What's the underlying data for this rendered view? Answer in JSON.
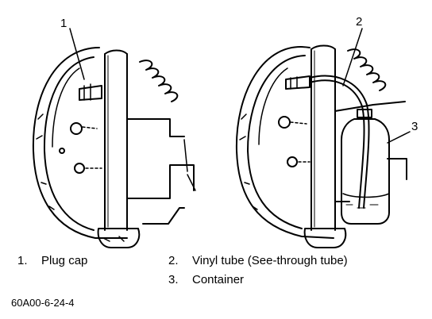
{
  "callouts": {
    "plug_cap_number": "1",
    "vinyl_tube_number": "2",
    "container_number": "3"
  },
  "legend": [
    {
      "num": "1.",
      "label": "Plug cap"
    },
    {
      "num": "2.",
      "label": "Vinyl tube (See-through tube)"
    },
    {
      "num": "3.",
      "label": "Container"
    }
  ],
  "figure_code": "60A00-6-24-4"
}
